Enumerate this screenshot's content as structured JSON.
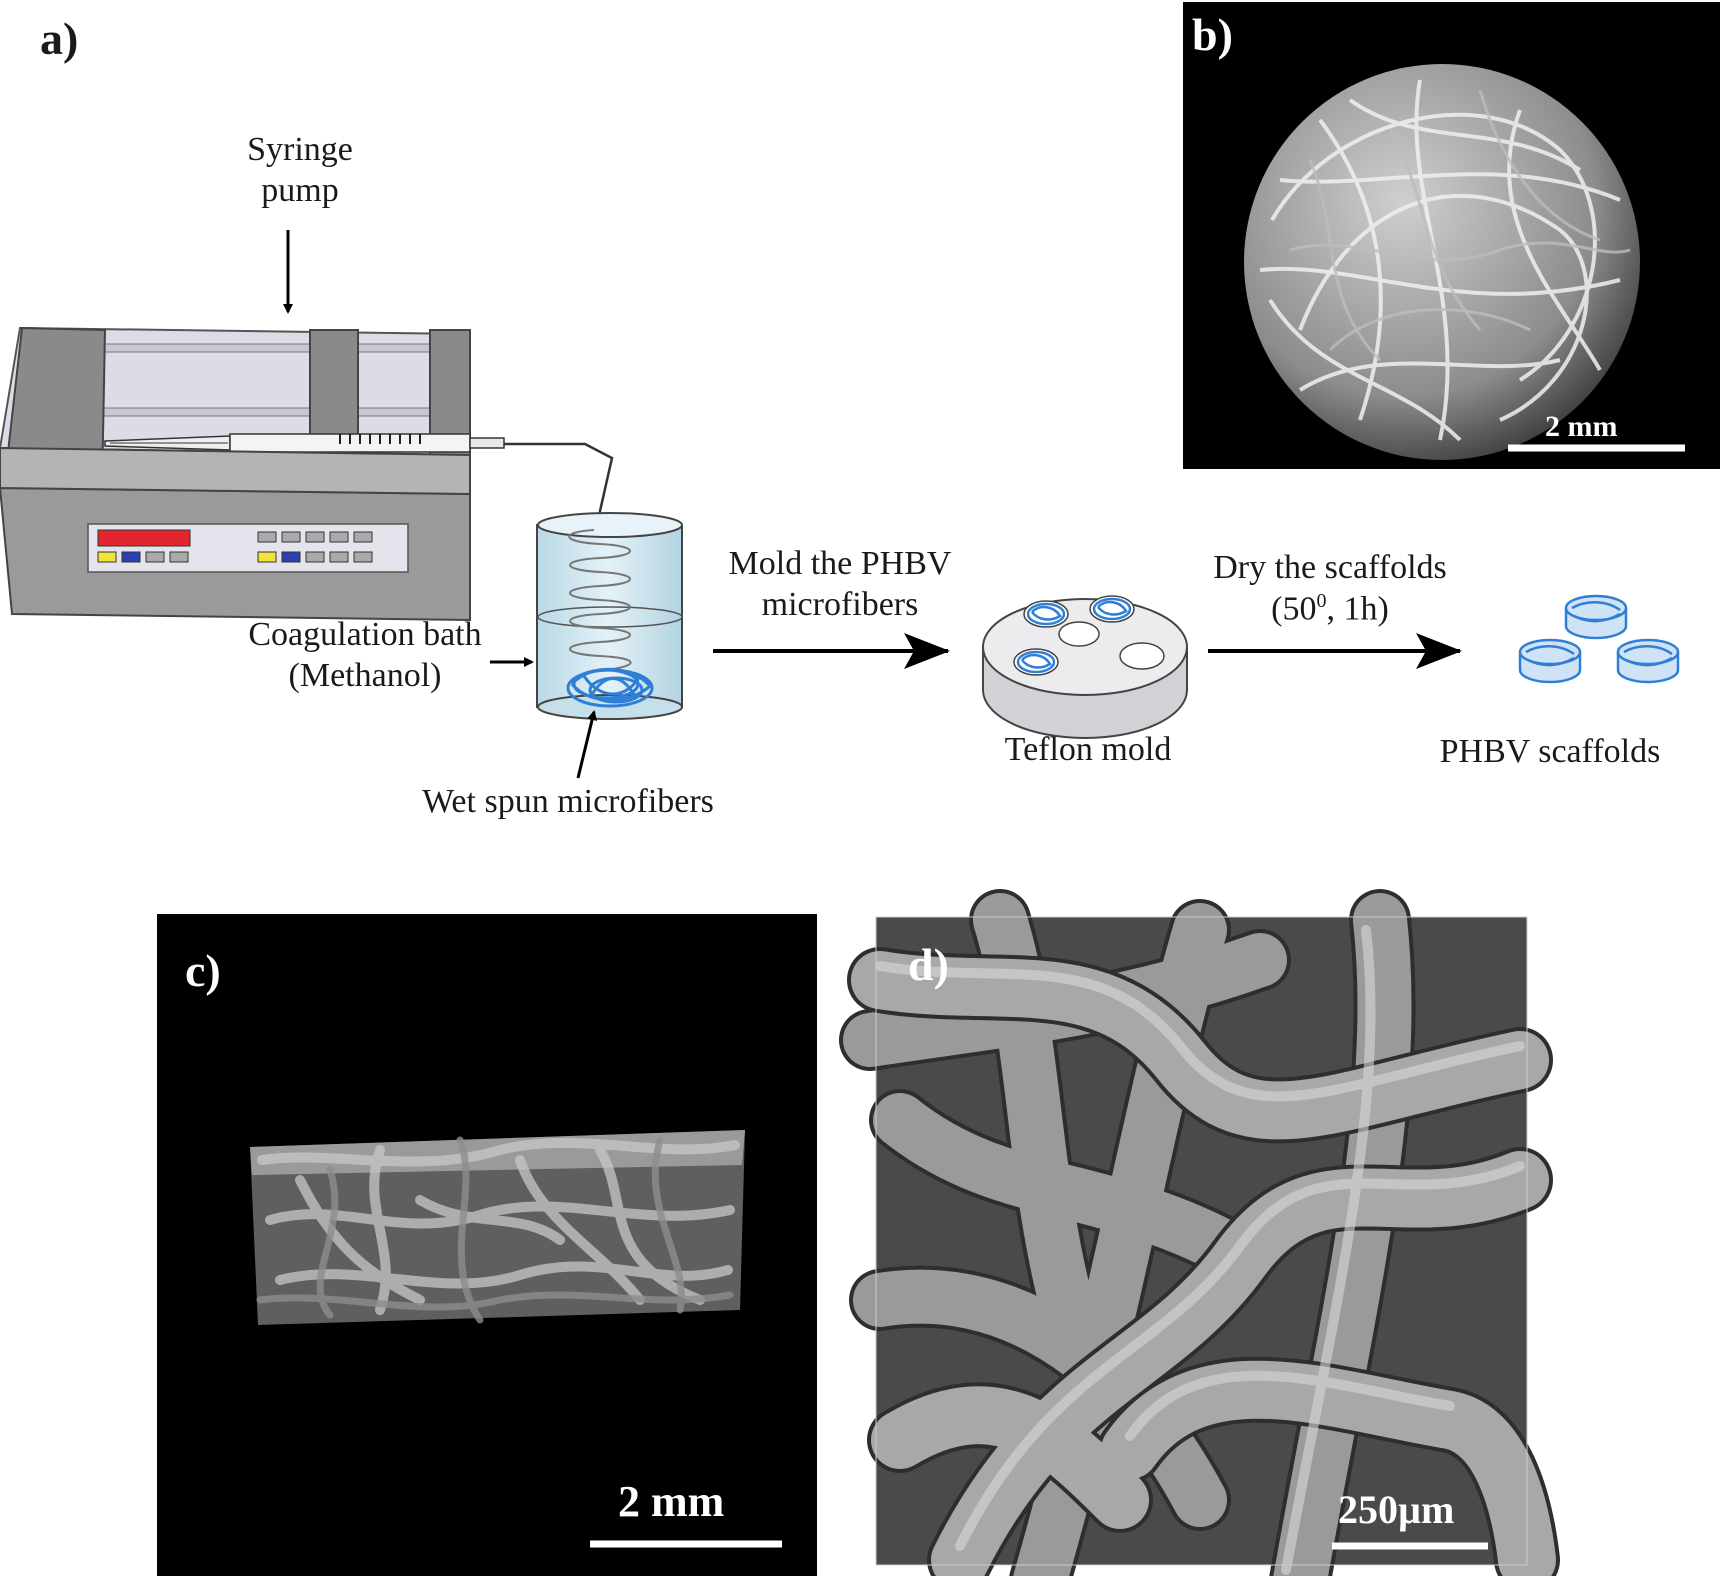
{
  "panels": {
    "a": {
      "label": "a)",
      "syringe_pump": [
        "Syringe",
        "pump"
      ],
      "coag_bath": [
        "Coagulation bath",
        "(Methanol)"
      ],
      "wet_spun": "Wet spun microfibers",
      "mold_step": [
        "Mold the PHBV",
        "microfibers"
      ],
      "teflon_mold": "Teflon mold",
      "dry_step_line1": "Dry the scaffolds",
      "dry_step_line2_pre": "(50",
      "dry_step_line2_sup": "0",
      "dry_step_line2_post": ", 1h)",
      "phbv_scaffolds": "PHBV scaffolds"
    },
    "b": {
      "label": "b)",
      "scale_bar": "2 mm"
    },
    "c": {
      "label": "c)",
      "scale_bar": "2 mm"
    },
    "d": {
      "label": "d)",
      "scale_bar": "250µm"
    }
  },
  "colors": {
    "fiber_blue": "#2f7fd6",
    "pump_gray": "#8a8a8a",
    "pump_rail": "#d8d8e4",
    "bath_liquid": "#cfe6ef",
    "panel_black": "#000000",
    "display_red": "#e3262e",
    "display_yellow": "#f2e33b",
    "display_blue": "#2b3fb0"
  }
}
